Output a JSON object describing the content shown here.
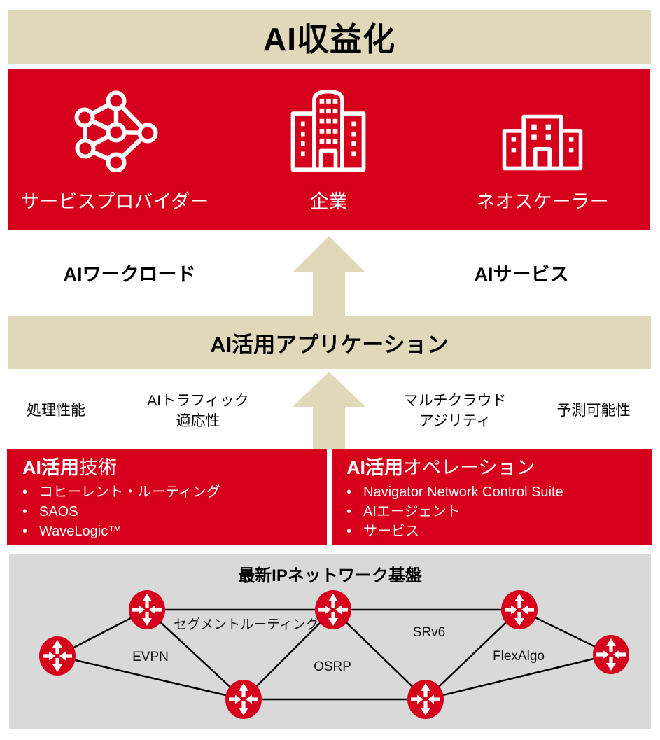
{
  "colors": {
    "red": "#d6001c",
    "beige": "#e1d8ba",
    "gray": "#d9d9d9",
    "white": "#ffffff",
    "black": "#000000"
  },
  "top_banner": {
    "title": "AI収益化"
  },
  "audience_band": {
    "items": [
      {
        "icon": "neural-network-icon",
        "label": "サービスプロバイダー"
      },
      {
        "icon": "enterprise-building-icon",
        "label": "企業"
      },
      {
        "icon": "neoscaler-building-icon",
        "label": "ネオスケーラー"
      }
    ]
  },
  "flow_row": {
    "left_label": "AIワークロード",
    "right_label": "AIサービス"
  },
  "applications_band": {
    "title": "AI活用アプリケーション"
  },
  "capabilities_row": {
    "items": [
      {
        "line1": "処理性能",
        "line2": ""
      },
      {
        "line1": "AIトラフィック",
        "line2": "適応性"
      },
      {
        "line1": "マルチクラウド",
        "line2": "アジリティ"
      },
      {
        "line1": "予測可能性",
        "line2": ""
      }
    ]
  },
  "bullets_meta": {
    "char": "•"
  },
  "tech_box": {
    "title_bold": "AI活用",
    "title_rest": "技術",
    "bullets": [
      "コヒーレント・ルーティング",
      "SAOS",
      "WaveLogic™"
    ]
  },
  "operations_box": {
    "title_bold": "AI活用",
    "title_rest": "オペレーション",
    "bullets": [
      "Navigator Network Control Suite",
      "AIエージェント",
      "サービス"
    ]
  },
  "network_panel": {
    "title": "最新IPネットワーク基盤",
    "labels": {
      "segment_routing": "セグメントルーティング",
      "srv6": "SRv6",
      "evpn": "EVPN",
      "osrp": "OSRP",
      "flexalgo": "FlexAlgo"
    }
  }
}
